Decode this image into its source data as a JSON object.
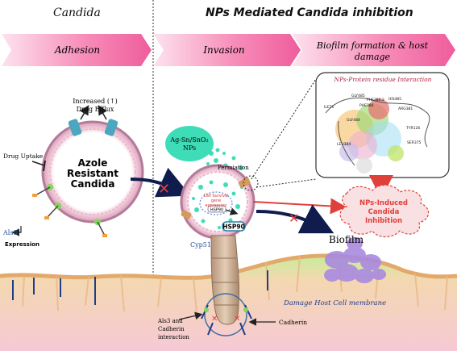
{
  "titles": {
    "left": "Candida",
    "right": "NPs Mediated Candida inhibition"
  },
  "stages": {
    "adhesion": "Adhesion",
    "invasion": "Invasion",
    "biofilm_line1": "Biofilm formation & host",
    "biofilm_line2": "damage"
  },
  "labels": {
    "efflux_line1": "Increased (↑)",
    "efflux_line2": "Drug Efflux",
    "drug_uptake": "Drug Uptake",
    "azole_line1": "Azole",
    "azole_line2": "Resistant",
    "azole_line3": "Candida",
    "als3": "Als3",
    "expression": "Expression",
    "nps_line1": "Ag-Sn/SnO₂",
    "nps_line2": "NPs",
    "permiation": "Permiation",
    "cell_survival_line1": "Cell Survival",
    "cell_survival_line2": "gene",
    "cell_survival_line3": "expression",
    "hsp90_small": "HSP90",
    "hsp90": "HSP90",
    "cyp51": "Cyp51",
    "protein_interaction": "NPs-Protein residue Interaction",
    "np_induced_line1": "NPs-Induced",
    "np_induced_line2": "Candida",
    "np_induced_line3": "Inhibition",
    "biofilm": "Biofilm",
    "damage_membrane": "Damage Host Cell membrane",
    "als3_cadherin_line1": "Als3 and",
    "als3_cadherin_line2": "Cadherin",
    "als3_cadherin_line3": "interaction",
    "cadherin": "Cadherin"
  },
  "residues": [
    "GLY485",
    "PHE380.2",
    "HIS485",
    "ARG381",
    "TYR126",
    "GLY484",
    "LEU384",
    "PHE384",
    "SER375",
    "ILE71"
  ],
  "colors": {
    "banner_pink": "#f26fa8",
    "banner_light": "#fbd3e5",
    "membrane_pink": "#f6c9d3",
    "membrane_green": "#9be06a",
    "nanoparticle": "#3fdcb8",
    "biofilm": "#a98ae0",
    "inhibit_red": "#e0403a",
    "arrow_navy": "#0f1c4d"
  }
}
